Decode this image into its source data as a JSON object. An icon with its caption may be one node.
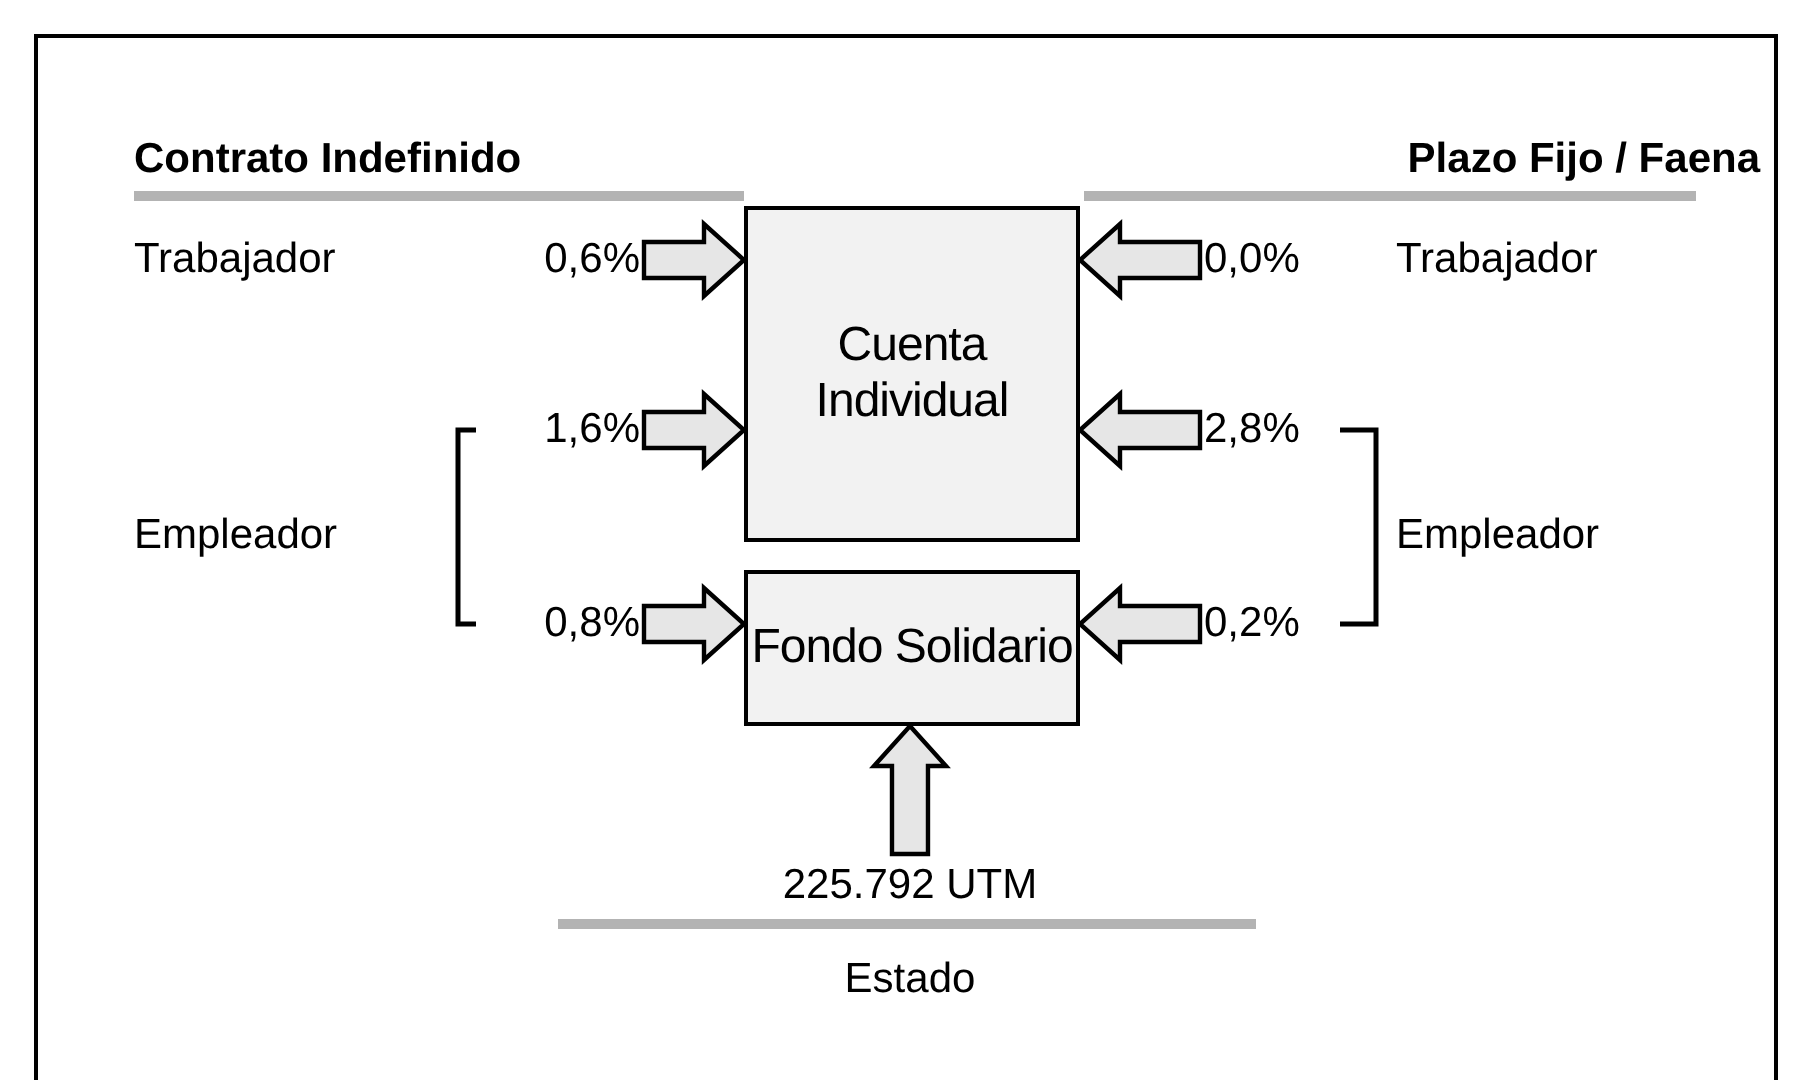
{
  "diagram": {
    "nodes": [
      {
        "text": [
          "Cuenta Individual"
        ]
      },
      {
        "text": [
          "Fondo Solidario"
        ]
      },
      {
        "text": [
          "0,6%"
        ]
      },
      {
        "text": [
          "1,6%"
        ]
      },
      {
        "text": [
          "0,8%"
        ]
      },
      {
        "text": [
          "0,0%"
        ]
      },
      {
        "text": [
          "2,8%"
        ]
      },
      {
        "text": [
          "0,2%"
        ]
      },
      {
        "text": [
          "225.792 UTM"
        ]
      }
    ],
    "edges": [
      {
        "from": 2,
        "to": 0,
        "arrow": "to"
      },
      {
        "from": 3,
        "to": 0,
        "arrow": "to"
      },
      {
        "from": 4,
        "to": 1,
        "arrow": "to"
      },
      {
        "from": 5,
        "to": 0,
        "arrow": "to"
      },
      {
        "from": 6,
        "to": 0,
        "arrow": "to"
      },
      {
        "from": 7,
        "to": 1,
        "arrow": "to"
      },
      {
        "from": 8,
        "to": 1,
        "arrow": "to"
      }
    ],
    "labels": [
      "Contrato Indefinido",
      "Plazo Fijo / Faena",
      "Trabajador",
      "Trabajador",
      "Empleador",
      "Empleador",
      "Estado"
    ]
  }
}
